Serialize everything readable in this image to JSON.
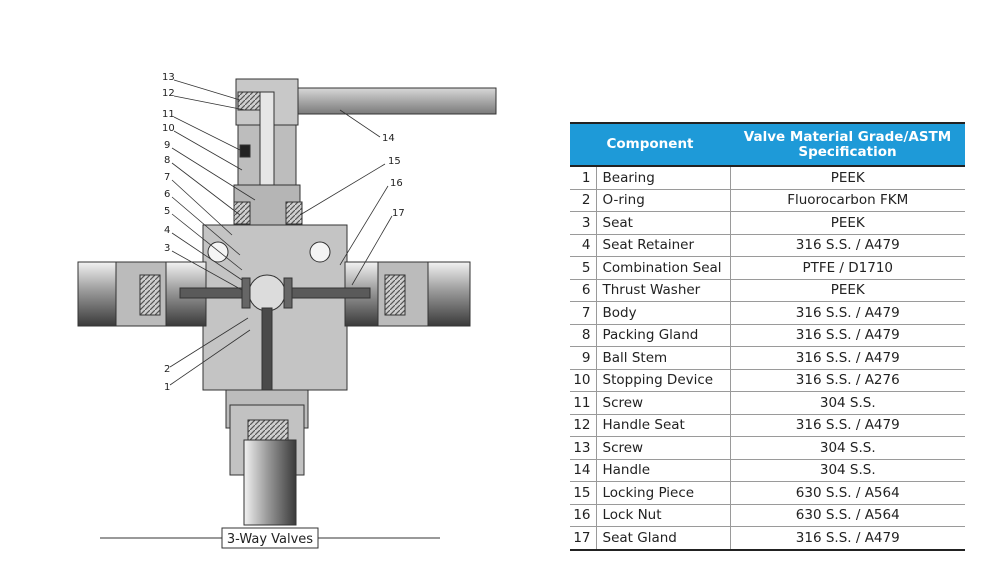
{
  "diagram": {
    "caption": "3-Way Valves",
    "callouts": [
      "1",
      "2",
      "3",
      "4",
      "5",
      "6",
      "7",
      "8",
      "9",
      "10",
      "11",
      "12",
      "13",
      "14",
      "15",
      "16",
      "17"
    ]
  },
  "table": {
    "headers": {
      "component": "Component",
      "material": "Valve Material Grade/ASTM Specification"
    },
    "rows": [
      {
        "num": "1",
        "component": "Bearing",
        "material": "PEEK"
      },
      {
        "num": "2",
        "component": "O-ring",
        "material": "Fluorocarbon FKM"
      },
      {
        "num": "3",
        "component": "Seat",
        "material": "PEEK"
      },
      {
        "num": "4",
        "component": "Seat Retainer",
        "material": "316 S.S. / A479"
      },
      {
        "num": "5",
        "component": "Combination Seal",
        "material": "PTFE / D1710"
      },
      {
        "num": "6",
        "component": "Thrust Washer",
        "material": "PEEK"
      },
      {
        "num": "7",
        "component": "Body",
        "material": "316 S.S. / A479"
      },
      {
        "num": "8",
        "component": "Packing Gland",
        "material": "316 S.S. / A479"
      },
      {
        "num": "9",
        "component": "Ball Stem",
        "material": "316 S.S. / A479"
      },
      {
        "num": "10",
        "component": "Stopping Device",
        "material": "316 S.S. / A276"
      },
      {
        "num": "11",
        "component": "Screw",
        "material": "304 S.S."
      },
      {
        "num": "12",
        "component": "Handle Seat",
        "material": "316 S.S. / A479"
      },
      {
        "num": "13",
        "component": "Screw",
        "material": "304 S.S."
      },
      {
        "num": "14",
        "component": "Handle",
        "material": "304 S.S."
      },
      {
        "num": "15",
        "component": "Locking Piece",
        "material": "630 S.S. / A564"
      },
      {
        "num": "16",
        "component": "Lock Nut",
        "material": "630 S.S. / A564"
      },
      {
        "num": "17",
        "component": "Seat Gland",
        "material": "316 S.S. / A479"
      }
    ]
  }
}
